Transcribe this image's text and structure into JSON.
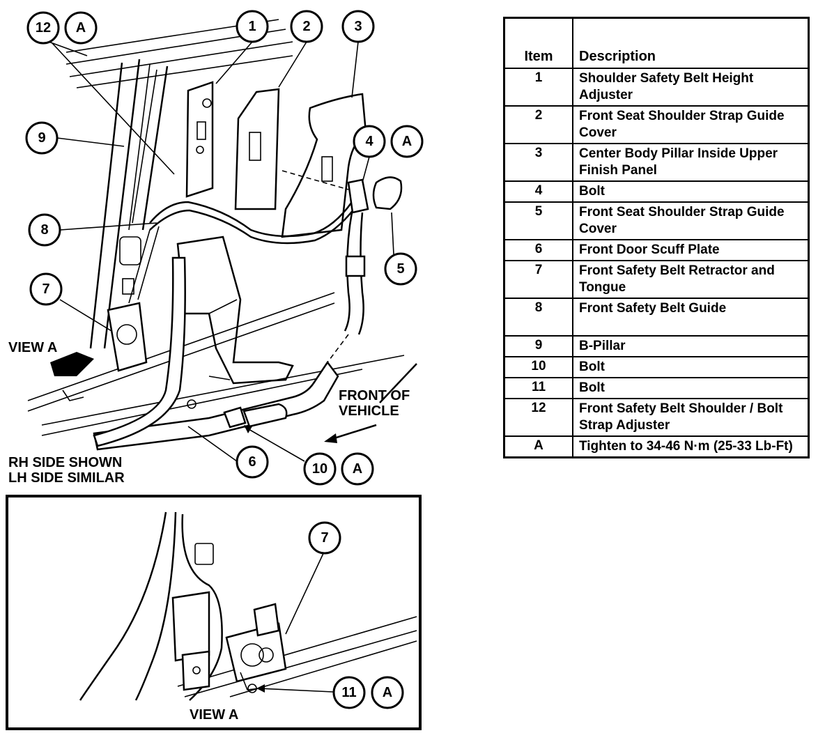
{
  "legend": {
    "header_item": "Item",
    "header_description": "Description",
    "rows": [
      {
        "item": "1",
        "description": "Shoulder Safety Belt Height Adjuster"
      },
      {
        "item": "2",
        "description": "Front Seat Shoulder Strap Guide Cover"
      },
      {
        "item": "3",
        "description": "Center Body Pillar Inside Upper Finish Panel"
      },
      {
        "item": "4",
        "description": "Bolt"
      },
      {
        "item": "5",
        "description": "Front Seat Shoulder Strap Guide Cover"
      },
      {
        "item": "6",
        "description": "Front Door Scuff Plate"
      },
      {
        "item": "7",
        "description": "Front Safety Belt Retractor and Tongue"
      },
      {
        "item": "8",
        "description": "Front Safety Belt Guide"
      },
      {
        "item": "9",
        "description": "B-Pillar"
      },
      {
        "item": "10",
        "description": "Bolt"
      },
      {
        "item": "11",
        "description": "Bolt"
      },
      {
        "item": "12",
        "description": "Front Safety Belt Shoulder / Bolt Strap Adjuster"
      },
      {
        "item": "A",
        "description": "Tighten to 34-46 N·m (25-33 Lb-Ft)"
      }
    ]
  },
  "diagram": {
    "view_a_pointer": "VIEW A",
    "front_of_vehicle_line1": "FRONT OF",
    "front_of_vehicle_line2": "VEHICLE",
    "rh_side_shown": "RH SIDE SHOWN",
    "lh_side_similar": "LH SIDE SIMILAR",
    "inset_title": "VIEW A",
    "callouts": {
      "c12": "12",
      "cA1": "A",
      "c1": "1",
      "c2": "2",
      "c3": "3",
      "c9": "9",
      "c4": "4",
      "cA2": "A",
      "c8": "8",
      "c5": "5",
      "c7": "7",
      "c6": "6",
      "c10": "10",
      "cA3": "A",
      "c7b": "7",
      "c11": "11",
      "cA4": "A"
    }
  }
}
